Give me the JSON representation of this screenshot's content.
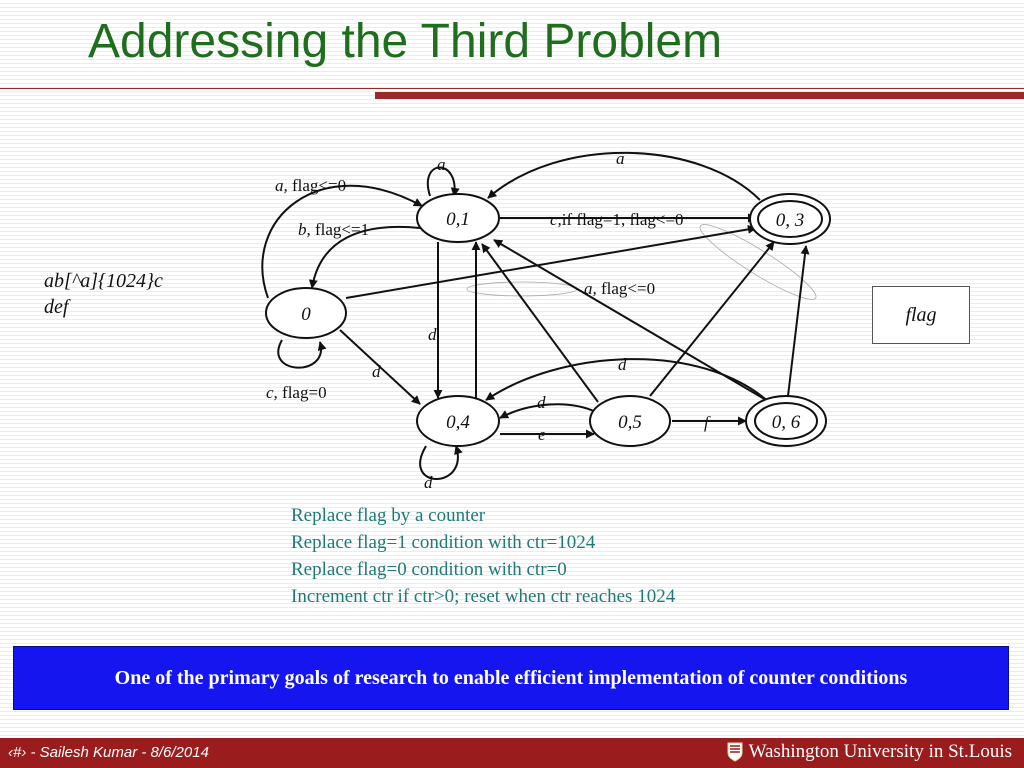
{
  "slide": {
    "title": "Addressing the Third Problem",
    "regex_line1": "ab[^a]{1024}c",
    "regex_line2": "def",
    "flag_label": "flag",
    "notes": [
      "Replace flag by a counter",
      "Replace flag=1 condition with ctr=1024",
      "Replace flag=0 condition with ctr=0",
      "Increment ctr if ctr>0; reset when ctr reaches 1024"
    ],
    "goal": "One of the primary goals of research to enable efficient implementation of counter conditions"
  },
  "diagram": {
    "states": [
      {
        "id": "s0",
        "label": "0",
        "accepting": false
      },
      {
        "id": "s01",
        "label": "0,1",
        "accepting": false
      },
      {
        "id": "s03",
        "label": "0, 3",
        "accepting": true
      },
      {
        "id": "s04",
        "label": "0,4",
        "accepting": false
      },
      {
        "id": "s05",
        "label": "0,5",
        "accepting": false
      },
      {
        "id": "s06",
        "label": "0, 6",
        "accepting": true
      }
    ],
    "edge_labels": {
      "a_top": "a",
      "a_loop": "a",
      "a_flag_sym": "a,",
      "a_flag_cond": " flag<=0",
      "b_flag_sym": "b,",
      "b_flag_cond": " flag<=1",
      "c_if_sym": "c,",
      "c_if_cond": "if flag=1, flag<=0",
      "a_mid_sym": "a,",
      "a_mid_cond": " flag<=0",
      "d_0_04": "d",
      "d_01_04": "d",
      "c_loop_sym": "c,",
      "c_loop_cond": " flag=0",
      "d_06_04": "d",
      "d_05_04": "d",
      "e_04_05": "e",
      "f_05_06": "f",
      "d_loop": "d"
    }
  },
  "footer": {
    "left": "‹#› - Sailesh Kumar - 8/6/2014",
    "right": "Washington University in St.Louis"
  }
}
